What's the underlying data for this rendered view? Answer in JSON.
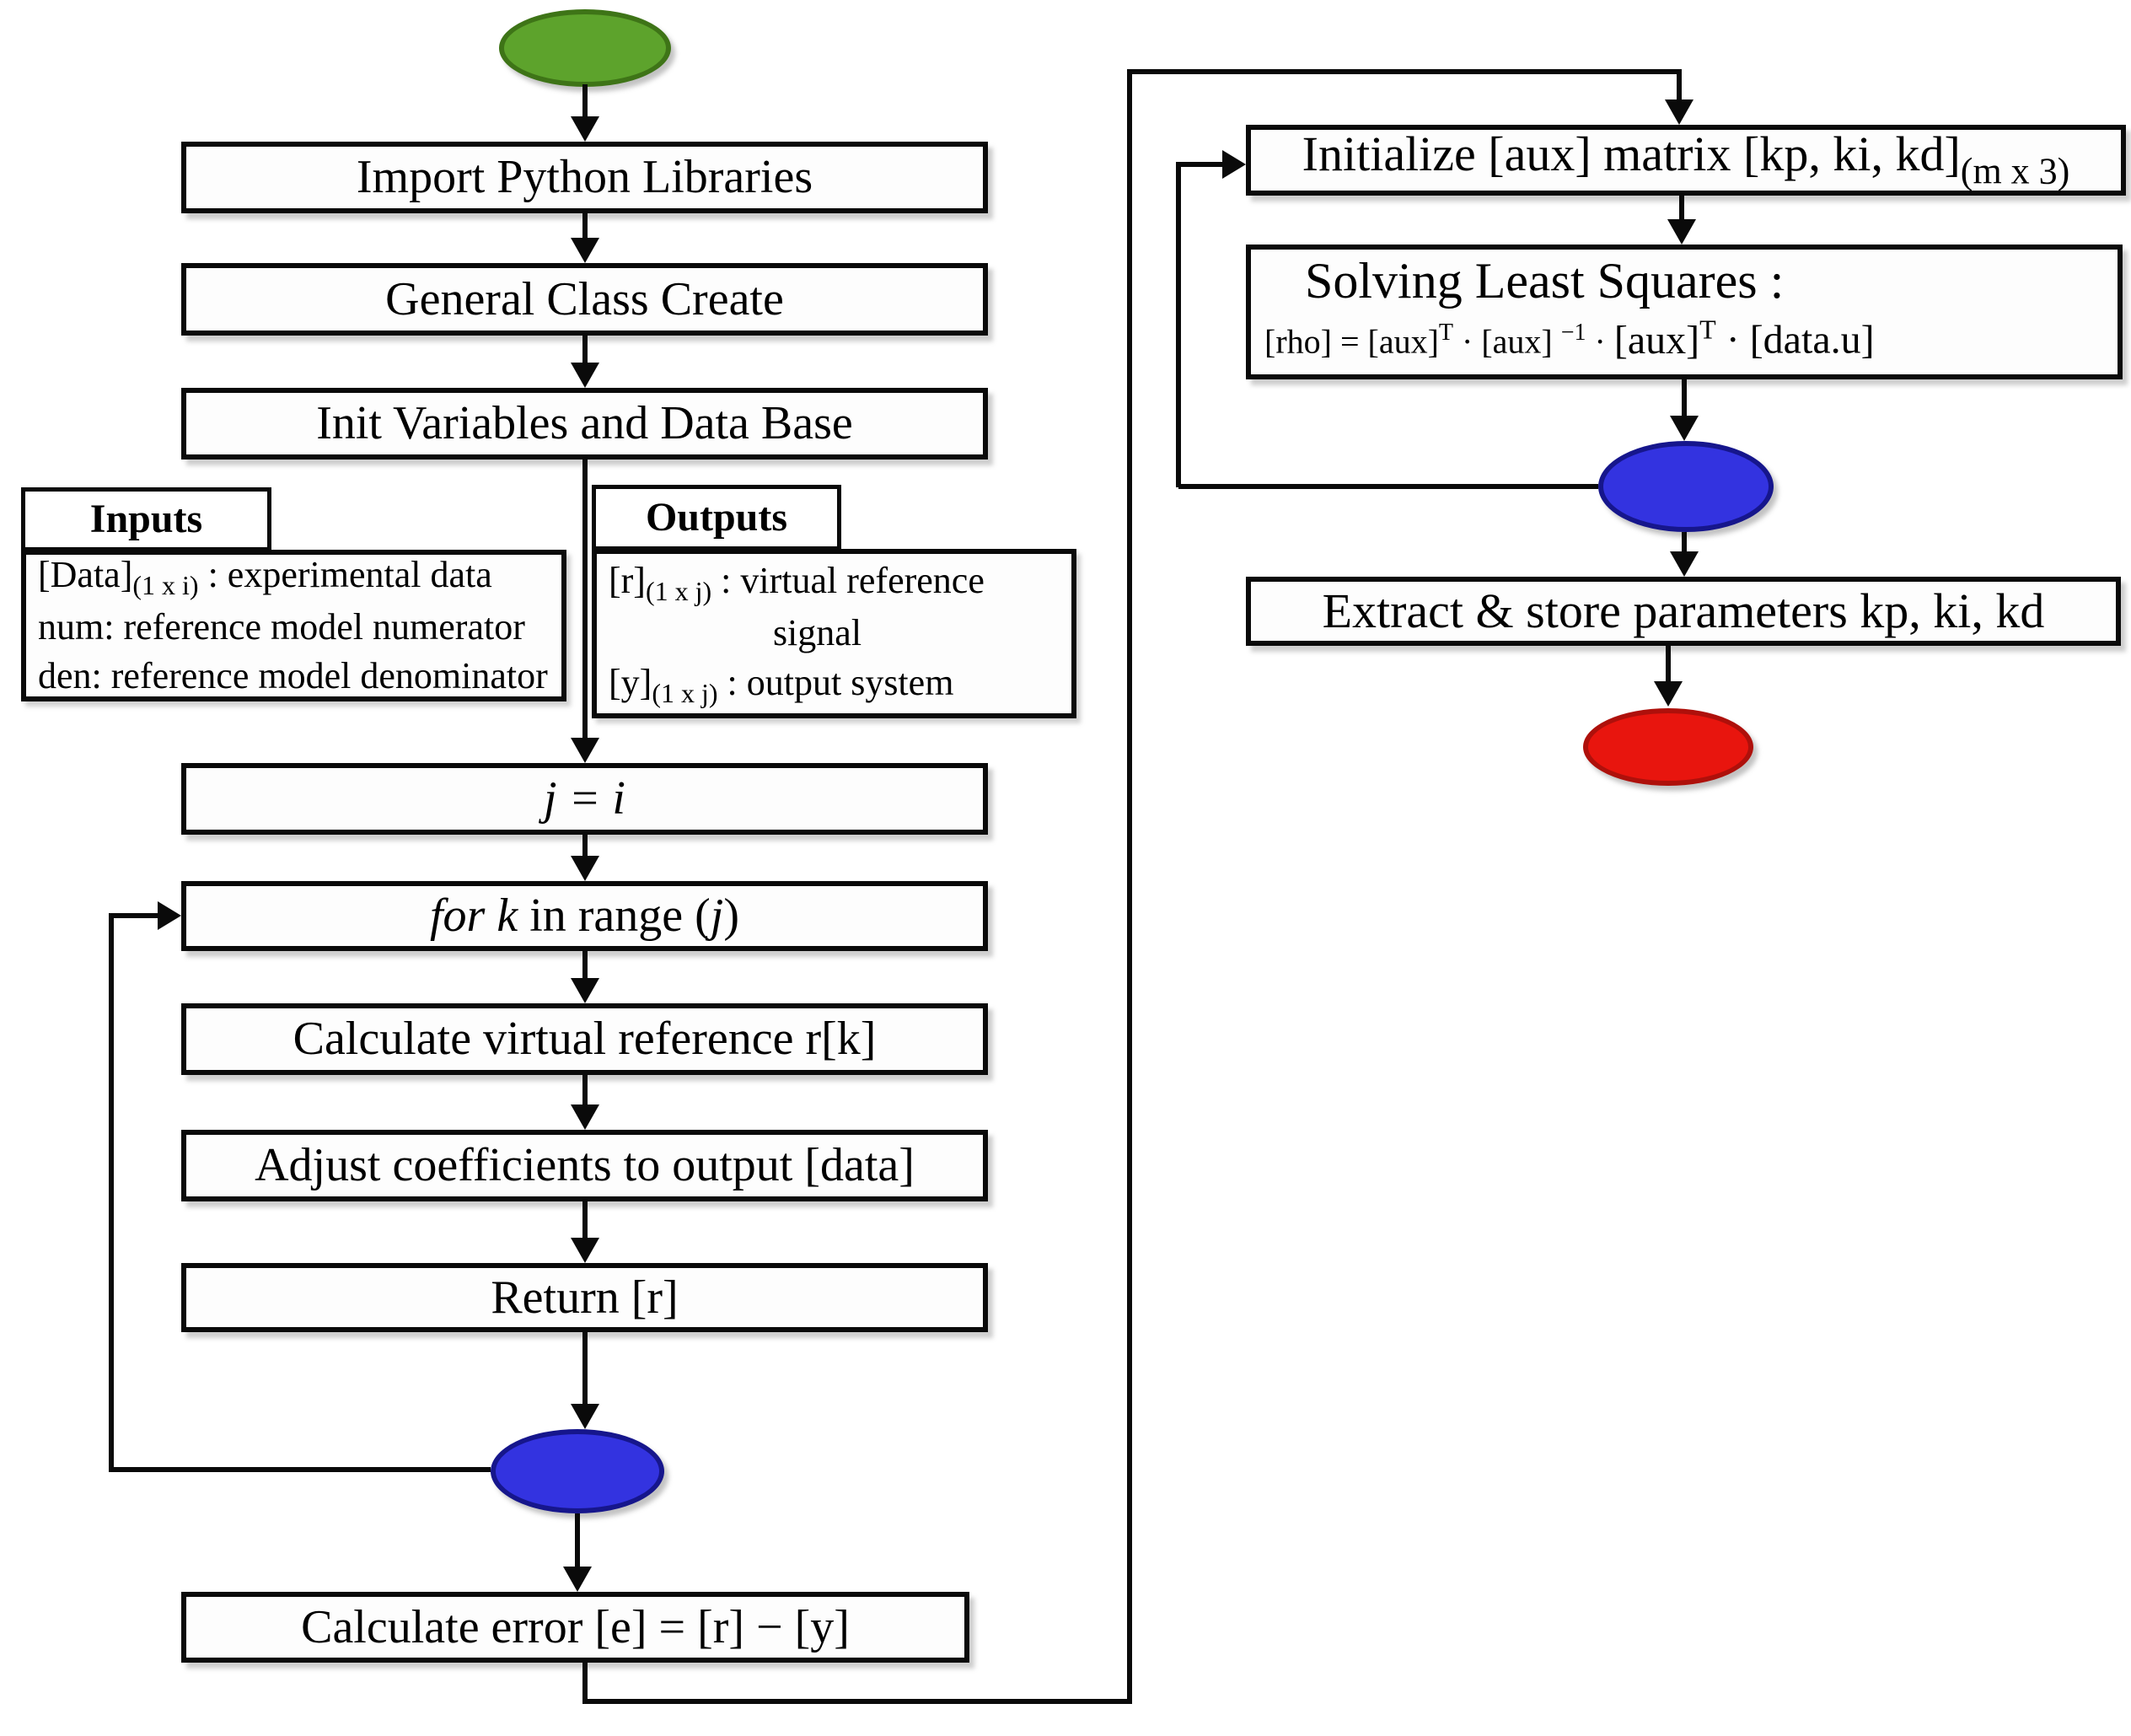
{
  "colors": {
    "start_fill": "#5da32c",
    "start_border": "#3e7417",
    "loop_fill": "#3333e0",
    "loop_border": "#16168c",
    "end_fill": "#e8150e",
    "end_border": "#ae100b",
    "line": "#0a0a0a"
  },
  "nodes": {
    "import_libraries": {
      "label": "Import Python Libraries"
    },
    "general_class": {
      "label": "General Class Create"
    },
    "init_variables": {
      "label": "Init Variables and Data Base"
    },
    "inputs": {
      "title": "Inputs",
      "data_pre": "[Data]",
      "data_sub": "(1 x i)",
      "data_post": " : experimental data",
      "num": "num: reference model numerator",
      "den": "den: reference model denominator"
    },
    "outputs": {
      "title": "Outputs",
      "r_pre": "[r]",
      "r_sub": "(1 x j)",
      "r_post": " : virtual reference",
      "r_post2": "signal",
      "y_pre": "[y]",
      "y_sub": "(1 x j)",
      "y_post": " : output system"
    },
    "j_equals_i": {
      "label": "j = i"
    },
    "for_loop": {
      "p1": "for k",
      "p2": " in range (",
      "p3": "j",
      "p4": ")"
    },
    "calc_reference": {
      "label": "Calculate virtual reference r[k]"
    },
    "adjust_coefficients": {
      "label": "Adjust coefficients to output [data]"
    },
    "return_r": {
      "label": "Return [r]"
    },
    "calc_error": {
      "label": "Calculate error [e] = [r] − [y]"
    },
    "initialize_aux": {
      "label": "Initialize [aux] matrix [kp, ki, kd]",
      "sub": "(m x 3)"
    },
    "solving": {
      "title": "Solving Least Squares :",
      "f1": "[rho] = [aux]",
      "s1": "T",
      "f2": " · [aux] ",
      "s2": "−1",
      "f3": " · ",
      "f4": "[aux]",
      "s3": "T",
      "f5": " · [data.u]"
    },
    "extract": {
      "label": "Extract & store parameters kp, ki, kd"
    }
  }
}
